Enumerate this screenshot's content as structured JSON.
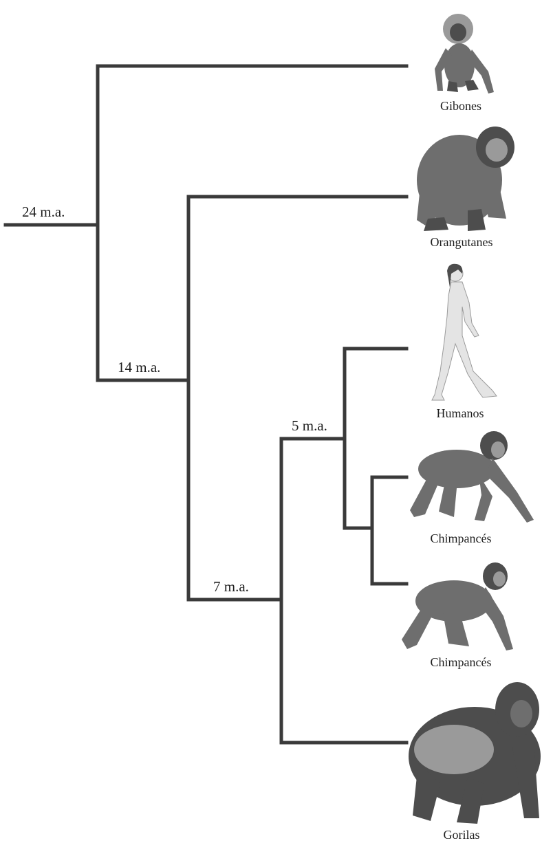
{
  "diagram": {
    "type": "phylogenetic-tree",
    "node_labels": {
      "root": "24 m.a.",
      "great_apes": "14 m.a.",
      "african_apes": "7 m.a.",
      "human_chimp": "5 m.a."
    },
    "species": [
      {
        "label": "Gibones",
        "icon": "gibbon-illustration"
      },
      {
        "label": "Orangutanes",
        "icon": "orangutan-illustration"
      },
      {
        "label": "Humanos",
        "icon": "human-illustration"
      },
      {
        "label": "Chimpancés",
        "icon": "chimpanzee-illustration"
      },
      {
        "label": "Chimpancés",
        "icon": "bonobo-illustration"
      },
      {
        "label": "Gorilas",
        "icon": "gorilla-illustration"
      }
    ],
    "colors": {
      "branch": "#3a3a3a",
      "text": "#1e1e1e",
      "fur": "#6e6e6e"
    }
  }
}
